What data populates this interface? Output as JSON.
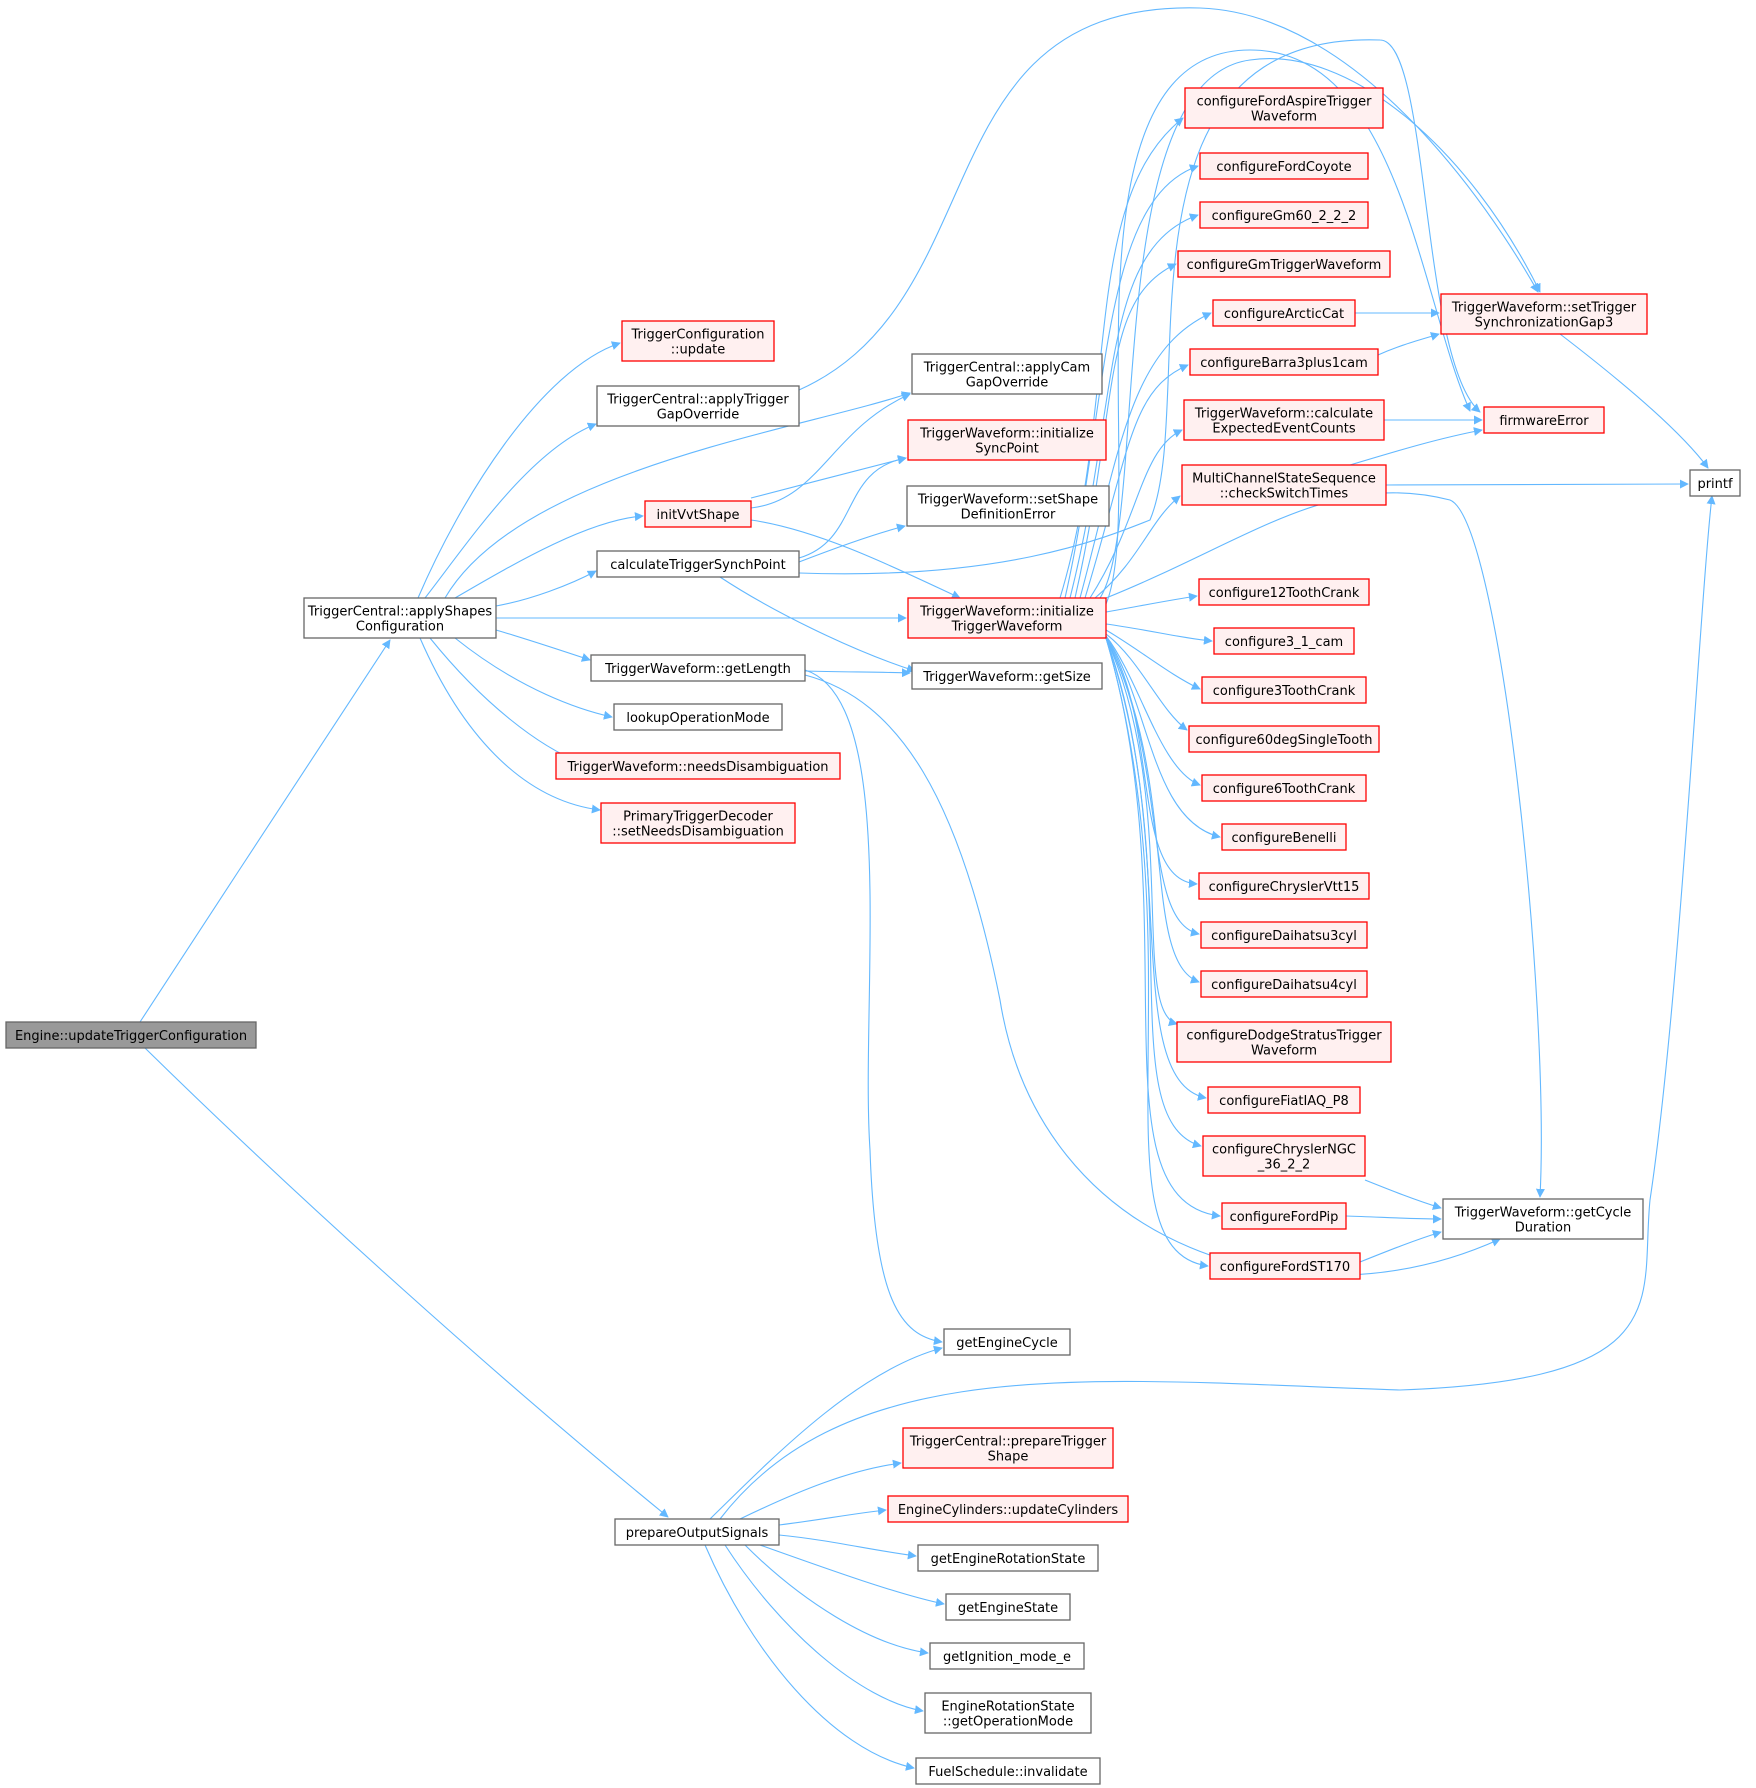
{
  "graph": {
    "edge_color": "#63b8ff",
    "truncated_node_border": "#ff0000",
    "truncated_node_fill": "#fff0f0",
    "root_node_fill": "#999999",
    "nodes": {
      "root": [
        "Engine::updateTriggerConfiguration"
      ],
      "applyShapes": [
        "TriggerCentral::applyShapes",
        "Configuration"
      ],
      "prepOut": [
        "prepareOutputSignals"
      ],
      "tcUpdate": [
        "TriggerConfiguration",
        "::update"
      ],
      "applyGap": [
        "TriggerCentral::applyTrigger",
        "GapOverride"
      ],
      "applyCam": [
        "TriggerCentral::applyCam",
        "GapOverride"
      ],
      "initSync": [
        "TriggerWaveform::initialize",
        "SyncPoint"
      ],
      "initVvt": [
        "initVvtShape"
      ],
      "setShapeErr": [
        "TriggerWaveform::setShape",
        "DefinitionError"
      ],
      "calcSynch": [
        "calculateTriggerSynchPoint"
      ],
      "initTW": [
        "TriggerWaveform::initialize",
        "TriggerWaveform"
      ],
      "getLength": [
        "TriggerWaveform::getLength"
      ],
      "getSize": [
        "TriggerWaveform::getSize"
      ],
      "lookupOp": [
        "lookupOperationMode"
      ],
      "needsDis": [
        "TriggerWaveform::needsDisambiguation"
      ],
      "setNeedsDis": [
        "PrimaryTriggerDecoder",
        "::setNeedsDisambiguation"
      ],
      "fordAspire": [
        "configureFordAspireTrigger",
        "Waveform"
      ],
      "fordCoyote": [
        "configureFordCoyote"
      ],
      "gm60": [
        "configureGm60_2_2_2"
      ],
      "gmTrig": [
        "configureGmTriggerWaveform"
      ],
      "arctic": [
        "configureArcticCat"
      ],
      "barra": [
        "configureBarra3plus1cam"
      ],
      "calcExp": [
        "TriggerWaveform::calculate",
        "ExpectedEventCounts"
      ],
      "multiCh": [
        "MultiChannelStateSequence",
        "::checkSwitchTimes"
      ],
      "c12": [
        "configure12ToothCrank"
      ],
      "c31": [
        "configure3_1_cam"
      ],
      "c3t": [
        "configure3ToothCrank"
      ],
      "c60": [
        "configure60degSingleTooth"
      ],
      "c6t": [
        "configure6ToothCrank"
      ],
      "benelli": [
        "configureBenelli"
      ],
      "chrVtt": [
        "configureChryslerVtt15"
      ],
      "dai3": [
        "configureDaihatsu3cyl"
      ],
      "dai4": [
        "configureDaihatsu4cyl"
      ],
      "dodge": [
        "configureDodgeStratusTrigger",
        "Waveform"
      ],
      "fiat": [
        "configureFiatIAQ_P8"
      ],
      "chrNgc": [
        "configureChryslerNGC",
        "_36_2_2"
      ],
      "fordPip": [
        "configureFordPip"
      ],
      "fordST": [
        "configureFordST170"
      ],
      "setGap3": [
        "TriggerWaveform::setTrigger",
        "SynchronizationGap3"
      ],
      "fwErr": [
        "firmwareError"
      ],
      "printf": [
        "printf"
      ],
      "getCycle": [
        "TriggerWaveform::getCycle",
        "Duration"
      ],
      "getEngCycle": [
        "getEngineCycle"
      ],
      "prepTrig": [
        "TriggerCentral::prepareTrigger",
        "Shape"
      ],
      "updCyl": [
        "EngineCylinders::updateCylinders"
      ],
      "getRot": [
        "getEngineRotationState"
      ],
      "getState": [
        "getEngineState"
      ],
      "getIgn": [
        "getIgnition_mode_e"
      ],
      "getOpMode": [
        "EngineRotationState",
        "::getOperationMode"
      ],
      "invalidate": [
        "FuelSchedule::invalidate"
      ]
    }
  }
}
